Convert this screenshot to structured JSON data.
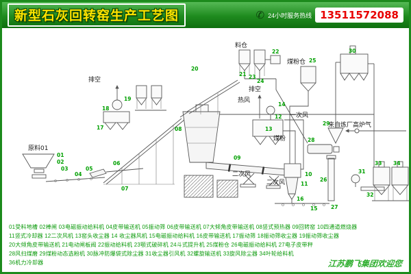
{
  "header": {
    "title": "新型石灰回转窑生产工艺图",
    "hotline_label": "24小时服务热线",
    "phone": "13511572088"
  },
  "diagram": {
    "labels": {
      "raw_material": "原料01",
      "vent_1": "排空",
      "vent_2": "排空",
      "hot_air": "热风",
      "material_bin": "料仓",
      "coal_powder_bin": "煤粉仓",
      "primary_air": "一次风",
      "coal_powder": "煤粉",
      "secondary_air_1": "二次风",
      "secondary_air_2": "二次风",
      "blast_furnace_gas": "来自炼厂高炉气"
    },
    "numbers": [
      "01",
      "02",
      "03",
      "04",
      "05",
      "06",
      "07",
      "08",
      "09",
      "10",
      "11",
      "12",
      "13",
      "14",
      "15",
      "16",
      "17",
      "18",
      "19",
      "20",
      "21",
      "22",
      "23",
      "24",
      "25",
      "26",
      "27",
      "28",
      "29",
      "30",
      "31",
      "32",
      "33",
      "34"
    ]
  },
  "legend": {
    "lines": [
      "01受料地槽  02棒闸  03电磁振动给料机  04皮带输送机  05振动筛  06皮带输送机  07大倾角皮带输送机  08竖式预热器  09回转窑  10四通道燃烧器",
      "11竖式冷却器 12二次风机  13窑头收尘器  14 收尘器风机  15电磁振动给料机  16皮带输送机 17振动筛  18振动筛收尘器  19振动筛收尘器",
      "20大倾角皮带输送机  21电动闸板阀  22振动给料机  23颚式破碎机  24斗式提升机  25煤粉仓  26电磁振动给料机  27电子皮带秤",
      "28风扫煤磨  29煤粉动态选粉机  30脉冲防爆袋式除尘器  31收尘器引风机  32螺旋输送机  33旋风除尘器  34叶轮给料机",
      "36机力冷却器"
    ]
  },
  "watermark": "江苏鹏飞集团欢迎您"
}
